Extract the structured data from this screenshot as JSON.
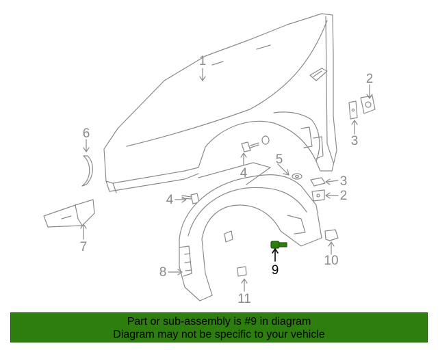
{
  "colors": {
    "line": "#8a8a8a",
    "highlight_part": "#2e7d0f",
    "highlight_label": "#000000",
    "banner_bg": "#2e7d0f",
    "banner_text": "#000000"
  },
  "callouts": {
    "c1": "1",
    "c2a": "2",
    "c3a": "3",
    "c6": "6",
    "c4a": "4",
    "c5": "5",
    "c3b": "3",
    "c2b": "2",
    "c4b": "4",
    "c7": "7",
    "c8": "8",
    "c9": "9",
    "c10": "10",
    "c11": "11"
  },
  "banner": {
    "line1": "Part or sub-assembly is #9 in diagram",
    "line2": "Diagram may not be specific to your vehicle"
  }
}
